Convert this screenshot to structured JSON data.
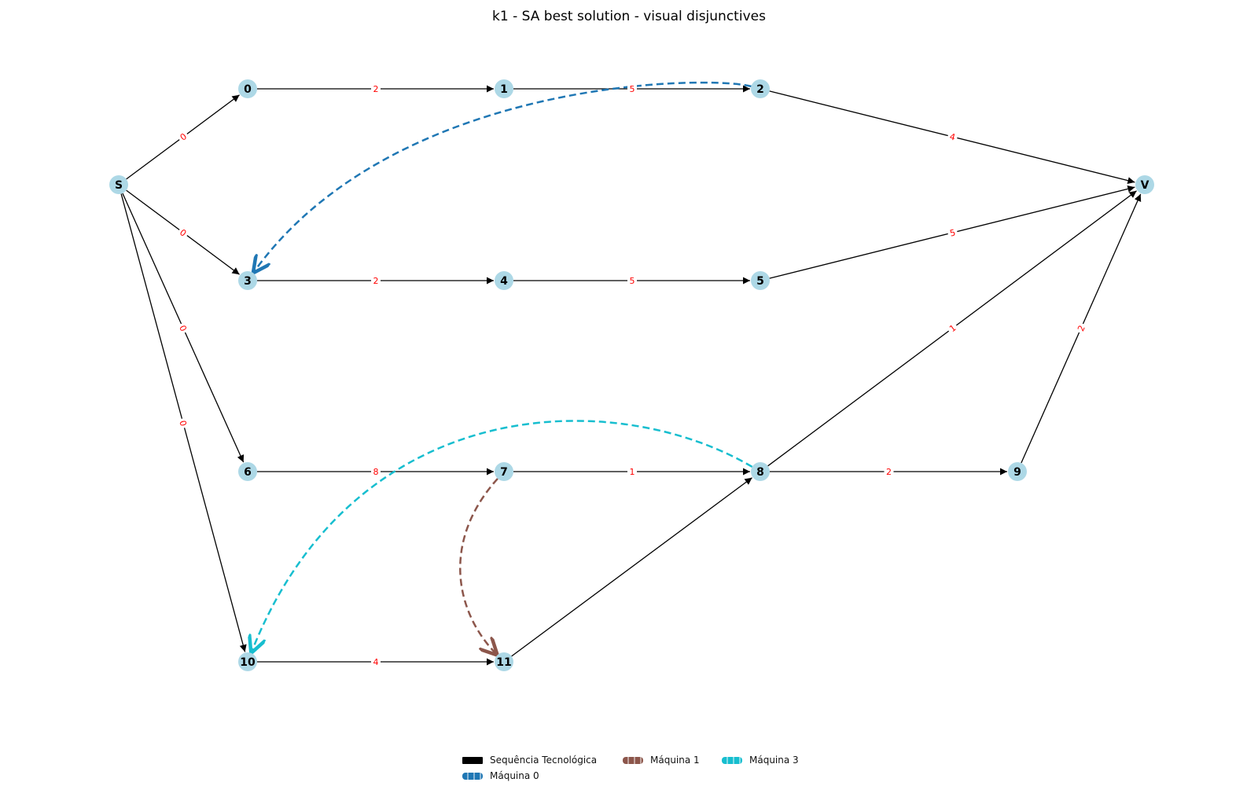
{
  "title": "k1 - SA best solution - visual disjunctives",
  "colors": {
    "node_fill": "#add8e6",
    "tech_edge": "#000000",
    "weight_text": "#ff0000",
    "maquina0": "#1f77b4",
    "maquina1": "#8c564b",
    "maquina3": "#17becf"
  },
  "nodes": [
    {
      "id": "S",
      "label": "S"
    },
    {
      "id": "0",
      "label": "0"
    },
    {
      "id": "1",
      "label": "1"
    },
    {
      "id": "2",
      "label": "2"
    },
    {
      "id": "3",
      "label": "3"
    },
    {
      "id": "4",
      "label": "4"
    },
    {
      "id": "5",
      "label": "5"
    },
    {
      "id": "6",
      "label": "6"
    },
    {
      "id": "7",
      "label": "7"
    },
    {
      "id": "8",
      "label": "8"
    },
    {
      "id": "9",
      "label": "9"
    },
    {
      "id": "10",
      "label": "10"
    },
    {
      "id": "11",
      "label": "11"
    },
    {
      "id": "V",
      "label": "V"
    }
  ],
  "tech_edges": [
    {
      "from": "S",
      "to": "0",
      "weight": "0"
    },
    {
      "from": "S",
      "to": "3",
      "weight": "0"
    },
    {
      "from": "S",
      "to": "6",
      "weight": "0"
    },
    {
      "from": "S",
      "to": "10",
      "weight": "0"
    },
    {
      "from": "0",
      "to": "1",
      "weight": "2"
    },
    {
      "from": "1",
      "to": "2",
      "weight": "5"
    },
    {
      "from": "2",
      "to": "V",
      "weight": "4"
    },
    {
      "from": "3",
      "to": "4",
      "weight": "2"
    },
    {
      "from": "4",
      "to": "5",
      "weight": "5"
    },
    {
      "from": "5",
      "to": "V",
      "weight": "5"
    },
    {
      "from": "6",
      "to": "7",
      "weight": "8"
    },
    {
      "from": "7",
      "to": "8",
      "weight": "1"
    },
    {
      "from": "8",
      "to": "9",
      "weight": "2"
    },
    {
      "from": "8",
      "to": "V",
      "weight": "1"
    },
    {
      "from": "9",
      "to": "V",
      "weight": "2"
    },
    {
      "from": "10",
      "to": "11",
      "weight": "4"
    },
    {
      "from": "11",
      "to": "8",
      "weight": ""
    }
  ],
  "disjunctive_edges": [
    {
      "from": "2",
      "to": "3",
      "machine": "maquina0"
    },
    {
      "from": "7",
      "to": "11",
      "machine": "maquina1"
    },
    {
      "from": "8",
      "to": "10",
      "machine": "maquina3"
    }
  ],
  "legend": [
    {
      "key": "tech",
      "label": "Sequência Tecnológica",
      "color": "#000000",
      "style": "solid"
    },
    {
      "key": "maquina0",
      "label": "Máquina 0",
      "color": "#1f77b4",
      "style": "dashed"
    },
    {
      "key": "maquina1",
      "label": "Máquina 1",
      "color": "#8c564b",
      "style": "dashed"
    },
    {
      "key": "maquina3",
      "label": "Máquina 3",
      "color": "#17becf",
      "style": "dashed"
    }
  ]
}
